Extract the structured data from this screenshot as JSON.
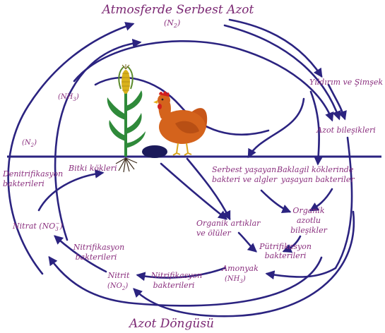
{
  "title": "Atmosferde Serbest Azot",
  "title_formula": "(N",
  "title_formula_sub": "2",
  "title_formula_end": ")",
  "caption": "Azot Döngüsü",
  "labels": {
    "lightning": "Yıldırım ve Şimşek",
    "nitrogen_compounds": "Azot bileşikleri",
    "free_living": [
      "Serbest yaşayan",
      "bakteri ve algler"
    ],
    "legume": [
      "Baklagil köklerinde",
      "yaşayan bakteriler"
    ],
    "organic_nitrogen": [
      "Organik",
      "azotlu",
      "bileşikler"
    ],
    "putrefaction": [
      "Pütrifikasyon",
      "bakterileri"
    ],
    "ammonia": "Amonyak",
    "ammonia_formula": [
      "(NH",
      "3",
      ")"
    ],
    "nitrifying_right": [
      "Nitrifikasyon",
      "bakterileri"
    ],
    "nitrite": "Nitrit",
    "nitrite_formula": [
      "(NO",
      "2",
      ")"
    ],
    "nitrifying_left": [
      "Nitrifikasyon",
      "bakterileri"
    ],
    "nitrate": [
      "Nitrat (NO",
      "3",
      "−",
      ")"
    ],
    "denitrifying": [
      "Denitrifikasyon",
      "bakterileri"
    ],
    "n2_left": [
      "(N",
      "2",
      ")"
    ],
    "nh3_top": [
      "(NH",
      "3",
      ")"
    ],
    "plant_roots": "Bitki kökleri",
    "organic_waste": [
      "Organik artıklar",
      "ve ölüler"
    ]
  },
  "colors": {
    "arrow": "#2b2380",
    "label": "#8a2f7e",
    "title": "#7b2873",
    "hen_body": "#d4631c",
    "comb": "#d21e1e",
    "corn_leaf": "#2f8a3a",
    "corn_cob": "#d9b21c"
  },
  "icons": [
    "corn-plant-icon",
    "hen-icon",
    "burrow-icon"
  ]
}
